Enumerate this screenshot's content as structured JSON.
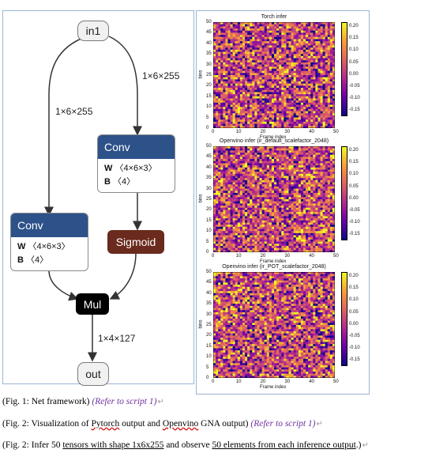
{
  "diagram": {
    "input": "in1",
    "output": "out",
    "edge_labels": {
      "in_left": "1×6×255",
      "in_right": "1×6×255",
      "mul_out": "1×4×127"
    },
    "conv_right": {
      "title": "Conv",
      "w_key": "W",
      "w_val": "〈4×6×3〉",
      "b_key": "B",
      "b_val": "〈4〉"
    },
    "conv_left": {
      "title": "Conv",
      "w_key": "W",
      "w_val": "〈4×6×3〉",
      "b_key": "B",
      "b_val": "〈4〉"
    },
    "sigmoid": "Sigmoid",
    "mul": "Mul"
  },
  "heatmaps": [
    {
      "title": "Torch infer",
      "ylabel": "bins",
      "xlabel": "Frame index",
      "seed": 11
    },
    {
      "title": "Openvino infer (ir_default_scalefactor_2048)",
      "ylabel": "bins",
      "xlabel": "Frame index",
      "seed": 23
    },
    {
      "title": "Openvino infer (ir_POT_scalefactor_2048)",
      "ylabel": "bins",
      "xlabel": "Frame index",
      "seed": 37
    }
  ],
  "chart_data": {
    "type": "heatmap",
    "x_ticks": [
      "0",
      "10",
      "20",
      "30",
      "40",
      "50"
    ],
    "y_ticks": [
      "50",
      "45",
      "40",
      "35",
      "30",
      "25",
      "20",
      "15",
      "10",
      "5",
      "0"
    ],
    "colorbar_ticks": [
      "0.20",
      "0.15",
      "0.10",
      "0.05",
      "0.00",
      "-0.05",
      "-0.10",
      "-0.15"
    ],
    "xlim": [
      0,
      50
    ],
    "ylim": [
      0,
      50
    ],
    "clim": [
      -0.17,
      0.22
    ],
    "colormap": "plasma"
  },
  "captions": {
    "fig1": {
      "text": "(Fig. 1: Net framework) ",
      "ref": "(Refer to script 1)"
    },
    "fig2a": {
      "pre": "(Fig. 2: Visualization of ",
      "w1": "Pytorch",
      "mid": " output and ",
      "w2": "Openvino",
      "post": " GNA output) ",
      "ref": "(Refer to script 1)"
    },
    "fig2b": {
      "pre": "(Fig. 2: Infer 50 ",
      "u1": "tensors with shape 1x6x255",
      "mid": " and observe ",
      "u2": "50 elements from each inference output",
      "post": ".)"
    }
  },
  "colors": {
    "conv_header": "#2d5189",
    "sigmoid": "#6a2a1d",
    "mul": "#000000",
    "reference_text": "#7030a0"
  }
}
